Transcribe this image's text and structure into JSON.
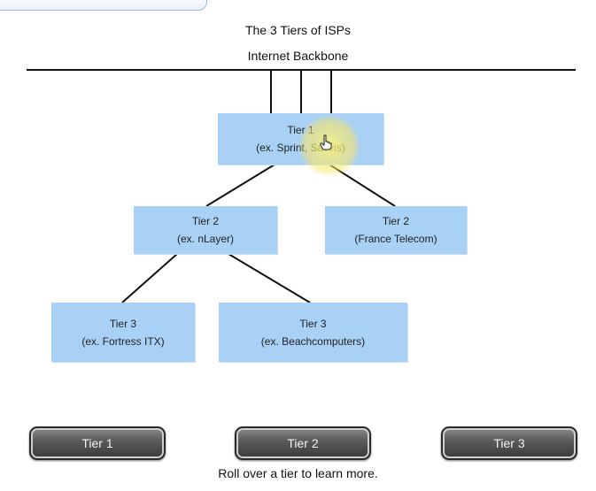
{
  "diagram": {
    "title": "The 3 Tiers of ISPs",
    "backbone_label": "Internet Backbone",
    "nodes": {
      "tier1": {
        "label": "Tier 1",
        "example": "(ex. Sprint, Savvis)"
      },
      "tier2_left": {
        "label": "Tier 2",
        "example": "(ex. nLayer)"
      },
      "tier2_right": {
        "label": "Tier 2",
        "example": "(France Telecom)"
      },
      "tier3_left": {
        "label": "Tier 3",
        "example": "(ex. Fortress ITX)"
      },
      "tier3_right": {
        "label": "Tier 3",
        "example": "(ex. Beachcomputers)"
      }
    },
    "node_color": "#a9d0f5",
    "highlight_color": "#f7e86a"
  },
  "buttons": {
    "tier1": "Tier 1",
    "tier2": "Tier 2",
    "tier3": "Tier 3"
  },
  "hint": "Roll over a tier to learn more."
}
